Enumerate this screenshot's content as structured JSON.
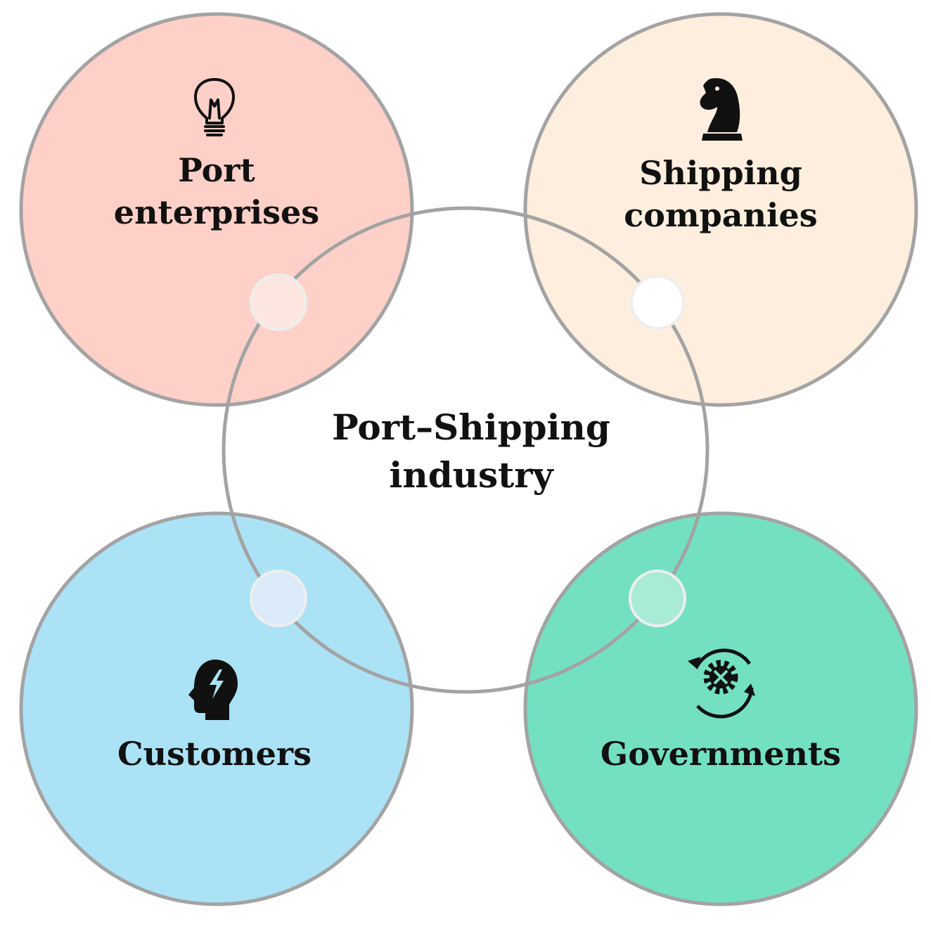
{
  "center": {
    "line1": "Port–Shipping",
    "line2": "industry"
  },
  "stakeholders": [
    {
      "id": "port",
      "line1": "Port",
      "line2": "enterprises",
      "icon": "lightbulb-icon",
      "color": "#ffd0c8"
    },
    {
      "id": "shipping",
      "line1": "Shipping",
      "line2": "companies",
      "icon": "chess-knight-icon",
      "color": "#fdeedd"
    },
    {
      "id": "customers",
      "line1": "Customers",
      "line2": "",
      "icon": "head-lightning-icon",
      "color": "#abe2f5"
    },
    {
      "id": "governments",
      "line1": "Governments",
      "line2": "",
      "icon": "gear-cycle-icon",
      "color": "#74e0c2"
    }
  ],
  "colors": {
    "outline": "#a3a3a3",
    "text": "#111111",
    "node_port": "#fde5e0",
    "node_shipping": "#ffffff",
    "node_customers": "#dbeaf8",
    "node_governments": "#a8ebd7"
  }
}
